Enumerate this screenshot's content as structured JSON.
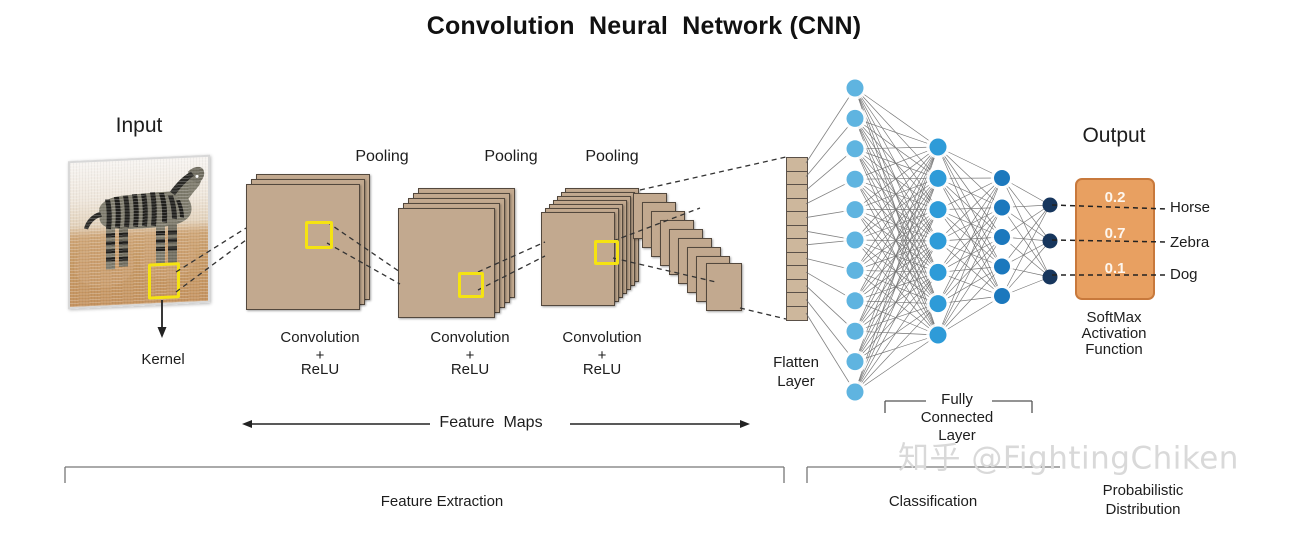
{
  "title": "Convolution  Neural  Network (CNN)",
  "sections": {
    "input_label": "Input",
    "output_label": "Output",
    "kernel_label": "Kernel",
    "flatten_label_line1": "Flatten",
    "flatten_label_line2": "Layer",
    "fc_label_line1": "Fully",
    "fc_label_line2": "Connected",
    "fc_label_line3": "Layer",
    "softmax_line1": "SoftMax",
    "softmax_line2": "Activation",
    "softmax_line3": "Function",
    "feature_maps_label": "Feature  Maps",
    "feature_extraction_label": "Feature Extraction",
    "classification_label": "Classification",
    "prob_dist_line1": "Probabilistic",
    "prob_dist_line2": "Distribution"
  },
  "conv_blocks": [
    {
      "conv_line1": "Convolution",
      "conv_line2": "+",
      "conv_line3": "ReLU",
      "pooling_label": "Pooling",
      "panel_count": 3
    },
    {
      "conv_line1": "Convolution",
      "conv_line2": "+",
      "conv_line3": "ReLU",
      "pooling_label": "Pooling",
      "panel_count": 5
    },
    {
      "conv_line1": "Convolution",
      "conv_line2": "+",
      "conv_line3": "ReLU",
      "pooling_label": "Pooling",
      "panel_count": 7
    }
  ],
  "output": {
    "classes": [
      {
        "label": "Horse",
        "probability": "0.2"
      },
      {
        "label": "Zebra",
        "probability": "0.7"
      },
      {
        "label": "Dog",
        "probability": "0.1"
      }
    ]
  },
  "network": {
    "layers": [
      {
        "name": "flatten",
        "nodes": 12,
        "color": "#cdb79c"
      },
      {
        "name": "hidden-1",
        "nodes": 11,
        "color": "#5fb4e0"
      },
      {
        "name": "hidden-2",
        "nodes": 7,
        "color": "#2e9bd8"
      },
      {
        "name": "hidden-3",
        "nodes": 5,
        "color": "#1b78bd"
      },
      {
        "name": "output",
        "nodes": 3,
        "color": "#17365d"
      }
    ]
  },
  "watermark": "知乎 @FightingChiken",
  "colors": {
    "feature_map": "#c2a98f",
    "feature_map_border": "#53483d",
    "kernel": "#f5e312",
    "softmax_fill": "#e8a061",
    "softmax_border": "#c8793c",
    "node_light": "#5fb4e0",
    "node_dark": "#17365d",
    "text": "#1d1d1d"
  }
}
